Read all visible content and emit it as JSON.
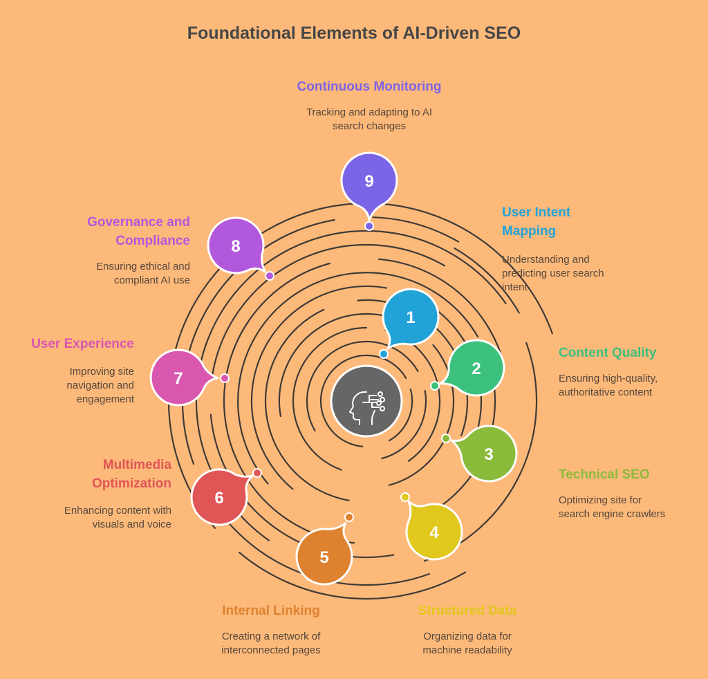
{
  "title": "Foundational Elements of AI-Driven SEO",
  "center_icon": "ai-head-circuit-icon",
  "colors": {
    "background": "#FDB97A",
    "arcs": "#3e3a36",
    "center": "#666666"
  },
  "elements": [
    {
      "number": "1",
      "title": "User Intent Mapping",
      "title_lines": [
        "User Intent",
        "Mapping"
      ],
      "description": "Understanding and predicting user search intent",
      "desc_lines": [
        "Understanding and",
        "predicting user search",
        "intent"
      ],
      "color": "#22A3D8"
    },
    {
      "number": "2",
      "title": "Content Quality",
      "title_lines": [
        "Content Quality"
      ],
      "description": "Ensuring high-quality, authoritative content",
      "desc_lines": [
        "Ensuring high-quality,",
        "authoritative content"
      ],
      "color": "#3CC07E"
    },
    {
      "number": "3",
      "title": "Technical SEO",
      "title_lines": [
        "Technical SEO"
      ],
      "description": "Optimizing site for search engine crawlers",
      "desc_lines": [
        "Optimizing site for",
        "search engine crawlers"
      ],
      "color": "#8BBB3B"
    },
    {
      "number": "4",
      "title": "Structured Data",
      "title_lines": [
        "Structured Data"
      ],
      "description": "Organizing data for machine readability",
      "desc_lines": [
        "Organizing data for",
        "machine readability"
      ],
      "color": "#E0C81C"
    },
    {
      "number": "5",
      "title": "Internal Linking",
      "title_lines": [
        "Internal Linking"
      ],
      "description": "Creating a network of interconnected pages",
      "desc_lines": [
        "Creating a network of",
        "interconnected pages"
      ],
      "color": "#DE8230"
    },
    {
      "number": "6",
      "title": "Multimedia Optimization",
      "title_lines": [
        "Multimedia",
        "Optimization"
      ],
      "description": "Enhancing content with visuals and voice",
      "desc_lines": [
        "Enhancing content with",
        "visuals and voice"
      ],
      "color": "#E05555"
    },
    {
      "number": "7",
      "title": "User Experience",
      "title_lines": [
        "User Experience"
      ],
      "description": "Improving site navigation and engagement",
      "desc_lines": [
        "Improving site",
        "navigation and",
        "engagement"
      ],
      "color": "#D957AE"
    },
    {
      "number": "8",
      "title": "Governance and Compliance",
      "title_lines": [
        "Governance and",
        "Compliance"
      ],
      "description": "Ensuring ethical and compliant AI use",
      "desc_lines": [
        "Ensuring ethical and",
        "compliant AI use"
      ],
      "color": "#B159DD"
    },
    {
      "number": "9",
      "title": "Continuous Monitoring",
      "title_lines": [
        "Continuous Monitoring"
      ],
      "description": "Tracking and adapting to AI search changes",
      "desc_lines": [
        "Tracking and adapting to AI",
        "search changes"
      ],
      "color": "#7C64E6"
    }
  ]
}
